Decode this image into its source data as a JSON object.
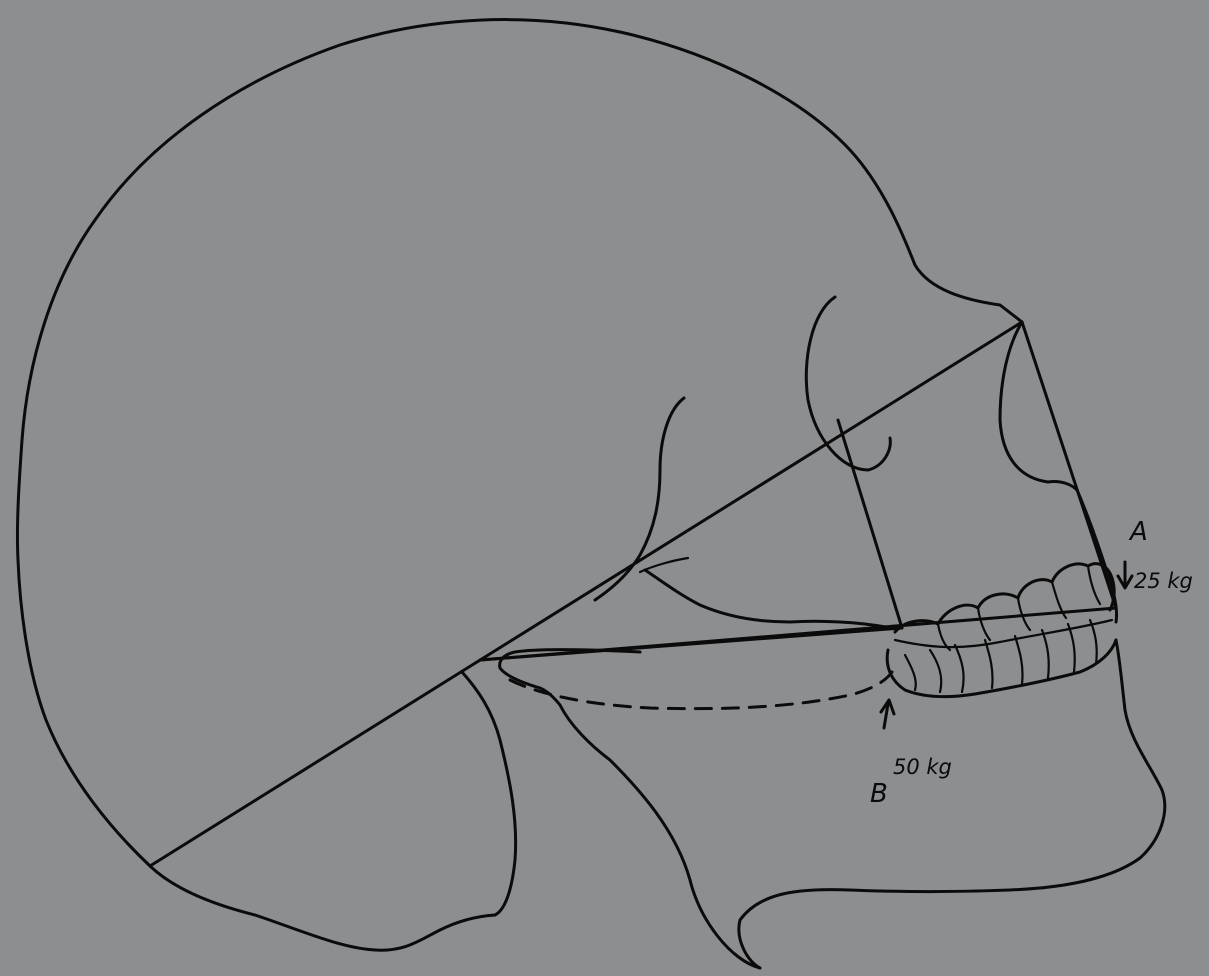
{
  "diagram": {
    "point_a": "A",
    "force_a": "25 kg",
    "point_b": "B",
    "force_b": "50 kg"
  }
}
